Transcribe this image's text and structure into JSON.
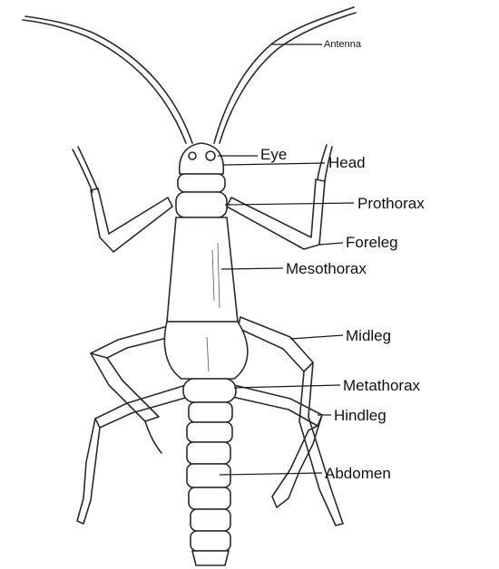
{
  "labels": {
    "antenna": "Antenna",
    "eye": "Eye",
    "head": "Head",
    "prothorax": "Prothorax",
    "foreleg": "Foreleg",
    "mesothorax": "Mesothorax",
    "midleg": "Midleg",
    "metathorax": "Metathorax",
    "hindleg": "Hindleg",
    "abdomen": "Abdomen"
  }
}
